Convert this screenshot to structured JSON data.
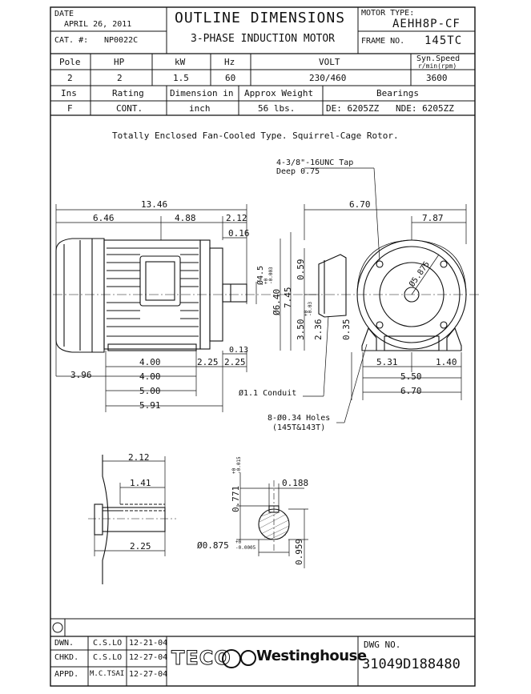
{
  "header": {
    "date_label": "DATE",
    "date_value": "APRIL 26, 2011",
    "cat_label": "CAT. #:",
    "cat_value": "NP0022C",
    "title": "OUTLINE DIMENSIONS",
    "subtitle": "3-PHASE INDUCTION MOTOR",
    "motor_type_label": "MOTOR TYPE:",
    "motor_type_value": "AEHH8P-CF",
    "frame_label": "FRAME NO.",
    "frame_value": "145TC"
  },
  "spec_row1": {
    "headers": [
      "Pole",
      "HP",
      "kW",
      "Hz",
      "VOLT",
      "Syn.Speed",
      "r/min(rpm)"
    ],
    "values": [
      "2",
      "2",
      "1.5",
      "60",
      "230/460",
      "3600"
    ]
  },
  "spec_row2": {
    "headers": [
      "Ins",
      "Rating",
      "Dimension in",
      "Approx Weight",
      "Bearings"
    ],
    "values": [
      "F",
      "CONT.",
      "inch",
      "56 lbs.",
      "DE: 6205ZZ",
      "NDE: 6205ZZ"
    ]
  },
  "description": "Totally Enclosed Fan-Cooled Type. Squirrel-Cage Rotor.",
  "dims": {
    "tap_line1": "4-3/8\"-16UNC Tap",
    "tap_line2": "Deep 0.75",
    "d_13_46": "13.46",
    "d_6_46": "6.46",
    "d_4_88": "4.88",
    "d_2_12": "2.12",
    "d_0_16": "0.16",
    "d_4_5": "Ø4.5",
    "d_4_5_tol_top": "+0",
    "d_4_5_tol_bot": "-0.003",
    "d_6_40": "Ø6.40",
    "d_7_45": "7.45",
    "d_0_59": "0.59",
    "d_3_50": "3.50",
    "d_3_50_tol_top": "+0",
    "d_3_50_tol_bot": "-0.03",
    "d_2_36": "2.36",
    "d_0_35": "0.35",
    "d_6_70_top": "6.70",
    "d_7_87": "7.87",
    "d_5_875": "Ø5.875",
    "d_0_13": "0.13",
    "d_2_25a": "2.25",
    "d_2_25b": "2.25",
    "d_4_00a": "4.00",
    "d_4_00b": "4.00",
    "d_3_96": "3.96",
    "d_5_00": "5.00",
    "d_5_91": "5.91",
    "d_5_31": "5.31",
    "d_1_40": "1.40",
    "d_5_50": "5.50",
    "d_6_70_bot": "6.70",
    "conduit": "Ø1.1 Conduit",
    "holes_line1": "8-Ø0.34 Holes",
    "holes_line2": "(145T&143T)",
    "s_2_12": "2.12",
    "s_1_41": "1.41",
    "s_2_25": "2.25",
    "k_0_188": "0.188",
    "k_0_771": "0.771",
    "k_0_771_tol_top": "+0",
    "k_0_771_tol_bot": "-0.015",
    "k_0_875": "Ø0.875",
    "k_0_875_tol_top": "+0",
    "k_0_875_tol_bot": "-0.0005",
    "k_0_959": "0.959"
  },
  "footer": {
    "rows": [
      {
        "label": "DWN.",
        "name": "C.S.LO",
        "date": "12-21-04"
      },
      {
        "label": "CHKD.",
        "name": "C.S.LO",
        "date": "12-27-04"
      },
      {
        "label": "APPD.",
        "name": "M.C.TSAI",
        "date": "12-27-04"
      }
    ],
    "brand_teco": "TECO",
    "brand_westinghouse": "Westinghouse",
    "dwg_label": "DWG NO.",
    "dwg_value": "31049D188480"
  }
}
